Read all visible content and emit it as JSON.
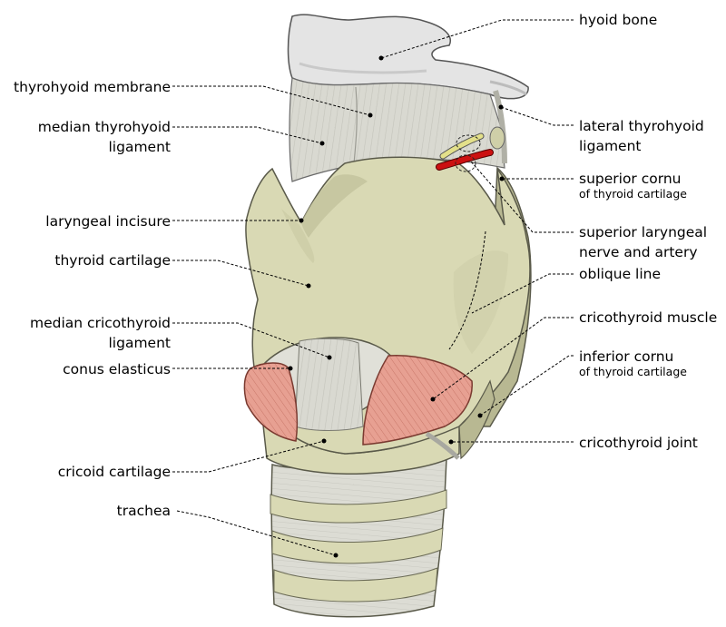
{
  "colors": {
    "cartilage": "#d9d9b4",
    "cartilage_shadow": "#b8b892",
    "cartilage_light": "#ecebd2",
    "bone": "#e4e4e4",
    "membrane": "#d8d8d0",
    "muscle": "#e49a8a",
    "nerve": "#e3e08a",
    "artery": "#cc1111"
  },
  "labels": {
    "hyoid_bone": "hyoid bone",
    "thyrohyoid_membrane": "thyrohyoid membrane",
    "median_thyrohyoid_1": "median thyrohyoid",
    "median_thyrohyoid_2": "ligament",
    "lateral_thyrohyoid_1": "lateral thyrohyoid",
    "lateral_thyrohyoid_2": "ligament",
    "superior_cornu_1": "superior cornu",
    "superior_cornu_2": "of thyroid cartilage",
    "laryngeal_incisure": "laryngeal incisure",
    "superior_laryngeal_1": "superior laryngeal",
    "superior_laryngeal_2": "nerve and artery",
    "thyroid_cartilage": "thyroid cartilage",
    "oblique_line": "oblique line",
    "median_cricothyroid_1": "median cricothyroid",
    "median_cricothyroid_2": "ligament",
    "cricothyroid_muscle": "cricothyroid muscle",
    "conus_elasticus": "conus elasticus",
    "inferior_cornu_1": "inferior cornu",
    "inferior_cornu_2": "of thyroid cartilage",
    "cricothyroid_joint": "cricothyroid joint",
    "cricoid_cartilage": "cricoid cartilage",
    "trachea": "trachea"
  }
}
